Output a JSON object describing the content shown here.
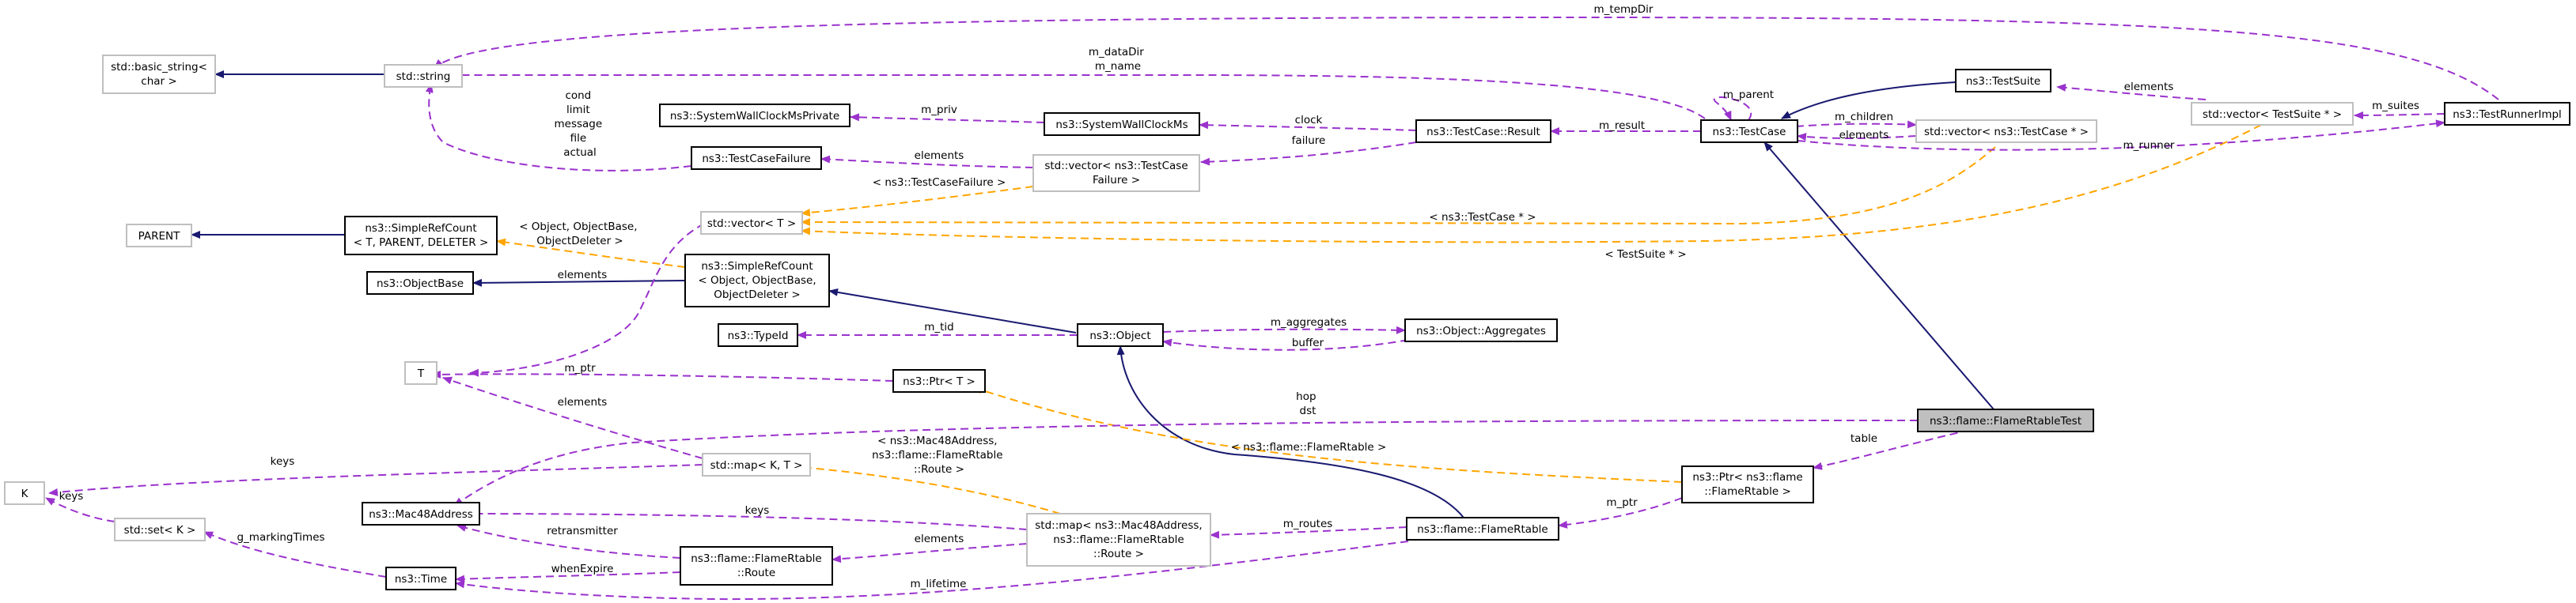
{
  "nodes": {
    "basic_string": [
      "std::basic_string<",
      "char >"
    ],
    "std_string": [
      "std::string"
    ],
    "parent": [
      "PARENT"
    ],
    "simplerefcount_t": [
      "ns3::SimpleRefCount",
      "< T, PARENT, DELETER >"
    ],
    "objectbase": [
      "ns3::ObjectBase"
    ],
    "t": [
      "T"
    ],
    "k": [
      "K"
    ],
    "set_k": [
      "std::set< K >"
    ],
    "mac48": [
      "ns3::Mac48Address"
    ],
    "time": [
      "ns3::Time"
    ],
    "route": [
      "ns3::flame::FlameRtable",
      "::Route"
    ],
    "map_k_t": [
      "std::map< K, T >"
    ],
    "ptr_t": [
      "ns3::Ptr< T >"
    ],
    "typeid": [
      "ns3::TypeId"
    ],
    "simplerefcount_obj": [
      "ns3::SimpleRefCount",
      "< Object, ObjectBase,",
      "ObjectDeleter >"
    ],
    "vector_t": [
      "std::vector< T >"
    ],
    "testcasefailure": [
      "ns3::TestCaseFailure"
    ],
    "wallclockprivate": [
      "ns3::SystemWallClockMsPrivate"
    ],
    "wallclock": [
      "ns3::SystemWallClockMs"
    ],
    "vector_failure": [
      "std::vector< ns3::TestCase",
      "Failure >"
    ],
    "object": [
      "ns3::Object"
    ],
    "aggregates": [
      "ns3::Object::Aggregates"
    ],
    "map_route": [
      "std::map< ns3::Mac48Address,",
      "ns3::flame::FlameRtable",
      "::Route >"
    ],
    "flamertable": [
      "ns3::flame::FlameRtable"
    ],
    "result": [
      "ns3::TestCase::Result"
    ],
    "testcase": [
      "ns3::TestCase"
    ],
    "testsuite": [
      "ns3::TestSuite"
    ],
    "vector_testcase": [
      "std::vector< ns3::TestCase * >"
    ],
    "vector_testsuite": [
      "std::vector< TestSuite * >"
    ],
    "testrunnerimpl": [
      "ns3::TestRunnerImpl"
    ],
    "ptr_flamertable": [
      "ns3::Ptr< ns3::flame",
      "::FlameRtable >"
    ],
    "flamertabletest": [
      "ns3::flame::FlameRtableTest"
    ]
  },
  "edges": {
    "m_tempDir": [
      "m_tempDir"
    ],
    "m_dataDir_name": [
      "m_dataDir",
      "m_name"
    ],
    "failure_fields": [
      "cond",
      "limit",
      "message",
      "file",
      "actual"
    ],
    "elements_vector_t_t": [
      "elements"
    ],
    "m_ptr_t": [
      "m_ptr"
    ],
    "elements_map_t": [
      "elements"
    ],
    "keys_map_k": [
      "keys"
    ],
    "keys_set_k": [
      "keys"
    ],
    "g_markingTimes": [
      "g_markingTimes"
    ],
    "retransmitter": [
      "retransmitter"
    ],
    "whenExpire": [
      "whenExpire"
    ],
    "m_lifetime": [
      "m_lifetime"
    ],
    "keys_map_route": [
      "keys"
    ],
    "elements_map_route": [
      "elements"
    ],
    "tpl_map_route": [
      "< ns3::Mac48Address,",
      "ns3::flame::FlameRtable",
      "::Route >"
    ],
    "m_routes": [
      "m_routes"
    ],
    "m_tid": [
      "m_tid"
    ],
    "m_aggregates": [
      "m_aggregates"
    ],
    "buffer": [
      "buffer"
    ],
    "tpl_simplerefcount": [
      "< Object, ObjectBase,",
      "ObjectDeleter >"
    ],
    "tpl_failure": [
      "< ns3::TestCaseFailure >"
    ],
    "elements_failure": [
      "elements"
    ],
    "m_priv": [
      "m_priv"
    ],
    "clock": [
      "clock"
    ],
    "failure": [
      "failure"
    ],
    "m_result": [
      "m_result"
    ],
    "m_parent": [
      "m_parent"
    ],
    "m_children": [
      "m_children"
    ],
    "elements_testcase": [
      "elements"
    ],
    "elements_testsuite": [
      "elements"
    ],
    "m_suites": [
      "m_suites"
    ],
    "m_runner": [
      "m_runner"
    ],
    "tpl_testcase": [
      "< ns3::TestCase * >"
    ],
    "tpl_testsuite": [
      "< TestSuite * >"
    ],
    "hop_dst": [
      "hop",
      "dst"
    ],
    "tpl_ptr_flame": [
      "< ns3::flame::FlameRtable >"
    ],
    "table": [
      "table"
    ],
    "m_ptr_flame": [
      "m_ptr"
    ]
  },
  "colors": {
    "usage_edge": "#9a32cd",
    "template_edge": "#ffa500",
    "inheritance_edge": "#191970",
    "focus_node_fill": "#bfbfbf",
    "dim_node_border": "#bfbfbf"
  }
}
